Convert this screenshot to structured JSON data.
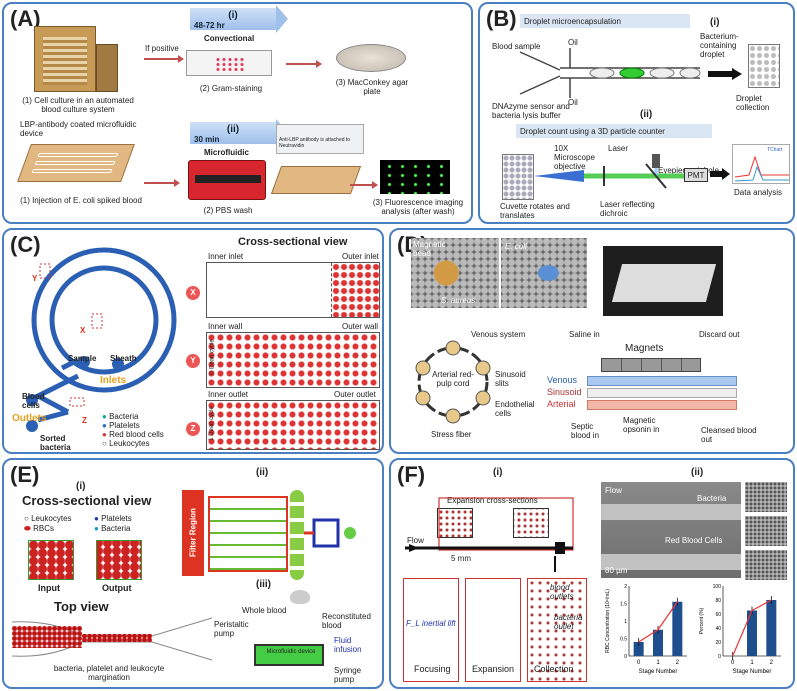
{
  "panels": {
    "A": {
      "label": "(A)",
      "bar_i": {
        "roman": "(i)",
        "time": "48-72 hr",
        "name": "Convectional"
      },
      "bar_ii": {
        "roman": "(ii)",
        "time": "30 min",
        "name": "Microfluidic"
      },
      "if_positive": "If positive",
      "step1": "(1) Cell culture in an automated blood culture system",
      "step2": "(2) Gram-staining",
      "step3": "(3) MacConkey agar plate",
      "lbp": "LBP-antibody coated microfluidic device",
      "anti_lbp": "Anti-LBP antibody is attached to Neutravidin",
      "inj": "(1) Injection of E. coli spiked blood",
      "pbs": "(2) PBS wash",
      "fluor": "(3) Fluorescence imaging analysis (after wash)"
    },
    "B": {
      "label": "(B)",
      "encap_title": "Droplet microencapsulation",
      "i": "(i)",
      "ii": "(ii)",
      "blood": "Blood sample",
      "oil_top": "Oil",
      "oil_bot": "Oil",
      "dnazyme": "DNAzyme sensor and bacteria lysis buffer",
      "bact_drop": "Bacterium-containing droplet",
      "collection": "Droplet collection",
      "count_title": "Droplet count using a 3D particle counter",
      "laser": "Laser",
      "objective": "10X Microscope objective",
      "pinhole": "Eyepiece pinhole",
      "pmt": "PMT",
      "cuvette": "Cuvette rotates and translates",
      "dichroic": "Laser reflecting dichroic",
      "analysis": "Data analysis",
      "tchart": "TChart"
    },
    "C": {
      "label": "(C)",
      "cross": "Cross-sectional view",
      "inner_inlet": "Inner inlet",
      "outer_inlet": "Outer inlet",
      "inner_wall": "Inner wall",
      "outer_wall": "Outer wall",
      "inner_outlet": "Inner outlet",
      "outer_outlet": "Outer outlet",
      "half_dean": "½ Dean cycle",
      "one_dean": "1 Dean cycle",
      "sample": "Sample",
      "sheath": "Sheath",
      "inlets": "Inlets",
      "outlets": "Outlets",
      "blood_cells": "Blood cells",
      "sorted": "Sorted bacteria",
      "x": "X",
      "y": "Y",
      "z": "Z",
      "leg_bacteria": "Bacteria",
      "leg_platelets": "Platelets",
      "leg_rbc": "Red blood cells",
      "leg_leuko": "Leukocytes"
    },
    "D": {
      "label": "(D)",
      "magbead": "Magnetic bead",
      "saureus": "S. aureus",
      "ecoli": "E. coli",
      "venous_sys": "Venous system",
      "arterial": "Arterial red-pulp cord",
      "sinusoid_slits": "Sinusoid slits",
      "endo": "Endothelial cells",
      "stress": "Stress fiber",
      "saline": "Saline in",
      "discard": "Discard out",
      "magnets": "Magnets",
      "venous": "Venous",
      "sinusoid": "Sinusoid",
      "arterial_ch": "Arterial",
      "septic": "Septic blood in",
      "opsonin": "Magnetic opsonin in",
      "cleansed": "Cleansed blood out"
    },
    "E": {
      "label": "(E)",
      "i": "(i)",
      "ii": "(ii)",
      "iii": "(iii)",
      "cross": "Cross-sectional view",
      "leuko": "Leukocytes",
      "platelets": "Platelets",
      "rbcs": "RBCs",
      "bacteria": "Bacteria",
      "input": "Input",
      "output": "Output",
      "top": "Top view",
      "margination": "bacteria, platelet and leukocyte margination",
      "filter": "Filter Region",
      "whole": "Whole blood",
      "recon": "Reconstituted blood",
      "pump": "Peristaltic pump",
      "device": "Microfluidic device",
      "fluid": "Fluid infusion",
      "syringe": "Syringe pump"
    },
    "F": {
      "label": "(F)",
      "i": "(i)",
      "ii": "(ii)",
      "expansion_cs": "Expansion cross-sections",
      "flow": "Flow",
      "scale": "5 mm",
      "inertial": "F_L inertial lift",
      "focusing": "Focusing",
      "expansion": "Expansion",
      "collection": "Collection",
      "blood_outlets": "blood outlets",
      "bact_outlet": "bacteria outlet",
      "flow2": "Flow",
      "bacteria": "Bacteria",
      "rbc": "Red Blood Cells",
      "scale2": "80 µm",
      "stage": "Stage Number",
      "ylabel1": "RBC Concentration (10⁸/mL)",
      "ylabel2": "Percent (%)"
    }
  },
  "chart_data": [
    {
      "type": "bar",
      "categories": [
        "0",
        "1",
        "2"
      ],
      "values": [
        0.4,
        0.75,
        1.55
      ],
      "ylim": [
        0,
        2
      ],
      "xlabel": "Stage Number",
      "ylabel": "RBC Concentration (10⁸/mL)",
      "yticks": [
        "0",
        "0.5",
        "1",
        "1.5",
        "2"
      ]
    },
    {
      "type": "bar",
      "categories": [
        "0",
        "1",
        "2"
      ],
      "values": [
        0,
        65,
        80
      ],
      "ylim": [
        0,
        100
      ],
      "xlabel": "Stage Number",
      "ylabel": "Percent (%)",
      "yticks": [
        "0",
        "20",
        "40",
        "60",
        "80",
        "100"
      ]
    }
  ]
}
